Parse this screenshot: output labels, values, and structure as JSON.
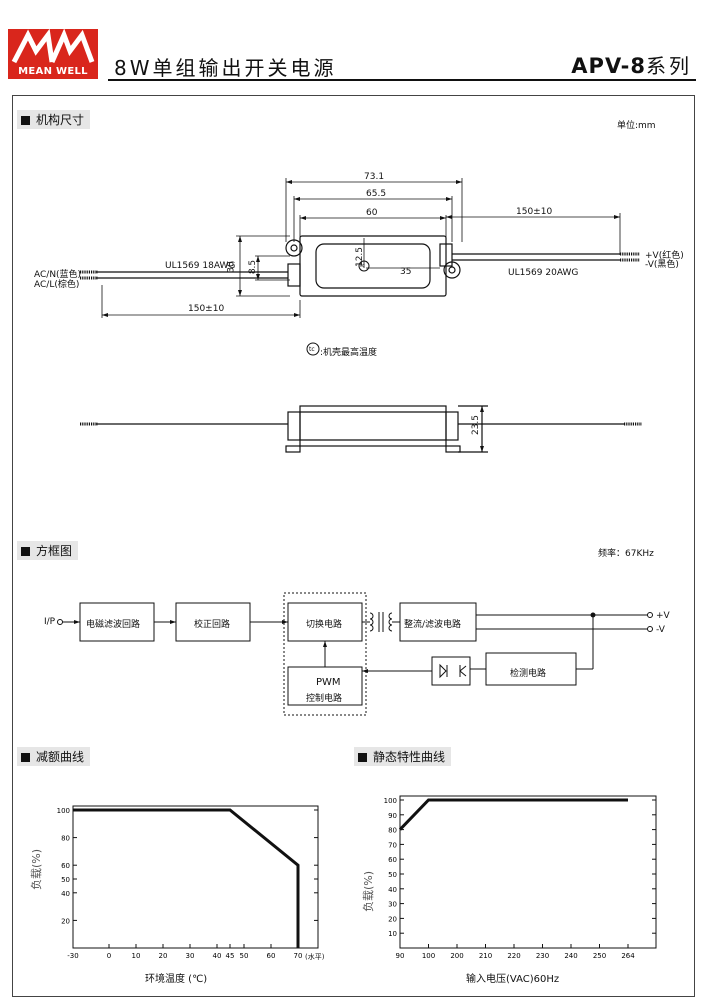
{
  "header": {
    "brand": "MEAN WELL",
    "title": "8W单组输出开关电源",
    "model": "APV-8",
    "model_suffix": "系列"
  },
  "sections": {
    "mechanical": {
      "title": "机构尺寸",
      "unit": "单位:mm",
      "dims": {
        "overall": "73.1",
        "mount": "65.5",
        "body": "60",
        "out_lead": "150±10",
        "in_lead": "150±10",
        "height": "30",
        "height2": "8.5",
        "pin": "12.5",
        "center": "35",
        "side_height": "23.5"
      },
      "wires": {
        "input_awg": "UL1569  18AWG",
        "output_awg": "UL1569  20AWG",
        "acn": "AC/N(蓝色)",
        "acl": "AC/L(棕色)",
        "vplus": "+V(红色)",
        "vminus": "-V(黑色)"
      },
      "tc_symbol": "tc",
      "tc_note": ":机壳最高温度"
    },
    "block": {
      "title": "方框图",
      "freq": "频率：67KHz",
      "ip": "I/P",
      "emi": "电磁滤波回路",
      "pfc": "校正回路",
      "switch": "切换电路",
      "rect": "整流/滤波电路",
      "pwm": "PWM",
      "pwm_sub": "控制电路",
      "detect": "检测电路",
      "vplus": "+V",
      "vminus": "-V"
    },
    "derating": {
      "title": "减额曲线",
      "ylabel": "负载(%)",
      "xlabel": "环境温度 (℃)",
      "x_unit": "(水平)"
    },
    "static": {
      "title": "静态特性曲线",
      "ylabel": "负载(%)",
      "xlabel": "输入电压(VAC)60Hz"
    }
  },
  "chart_data": [
    {
      "type": "line",
      "x_ticks": [
        "-30",
        "0",
        "10",
        "20",
        "30",
        "40",
        "45",
        "50",
        "60",
        "70"
      ],
      "y_ticks": [
        "20",
        "40",
        "50",
        "60",
        "80",
        "100"
      ],
      "series": [
        {
          "x": [
            -30,
            45,
            70,
            70
          ],
          "y": [
            100,
            100,
            60,
            0
          ]
        }
      ],
      "xlim": [
        -30,
        70
      ],
      "ylim": [
        0,
        100
      ]
    },
    {
      "type": "line",
      "x_ticks": [
        "90",
        "100",
        "200",
        "210",
        "220",
        "230",
        "240",
        "250",
        "264"
      ],
      "y_ticks": [
        "10",
        "20",
        "30",
        "40",
        "50",
        "60",
        "70",
        "80",
        "90",
        "100"
      ],
      "series": [
        {
          "x": [
            90,
            100,
            264
          ],
          "y": [
            80,
            100,
            100
          ]
        }
      ],
      "ylim": [
        0,
        100
      ]
    }
  ]
}
